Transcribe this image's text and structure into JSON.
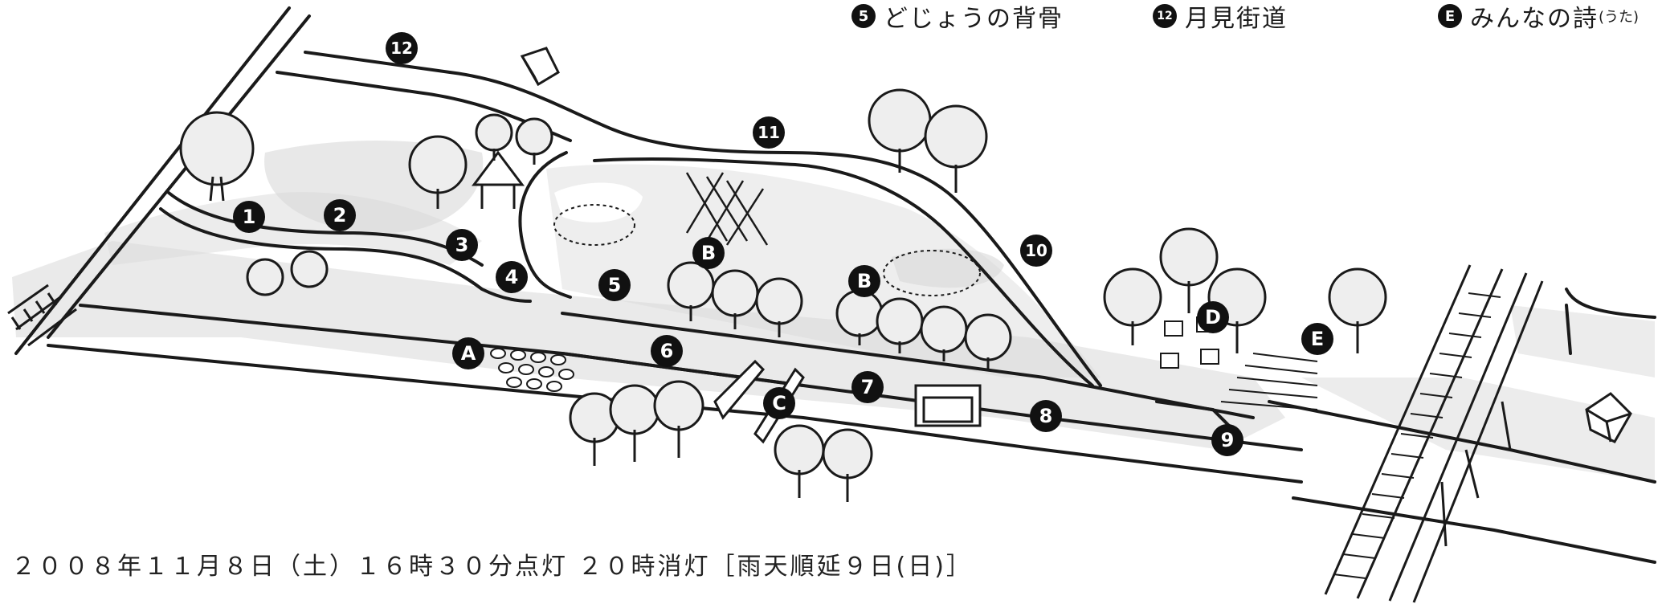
{
  "legend": [
    {
      "id": "5",
      "label": "どじょうの背骨",
      "note": ""
    },
    {
      "id": "12",
      "label": "月見街道",
      "note": ""
    },
    {
      "id": "E",
      "label": "みんなの詩",
      "note": "(うた)"
    }
  ],
  "footer": "２００８年１１月８日（土）１６時３０分点灯 ２０時消灯［雨天順延９日(日)］",
  "markers": [
    {
      "id": "1"
    },
    {
      "id": "2"
    },
    {
      "id": "3"
    },
    {
      "id": "4"
    },
    {
      "id": "5"
    },
    {
      "id": "6"
    },
    {
      "id": "7"
    },
    {
      "id": "8"
    },
    {
      "id": "9"
    },
    {
      "id": "10"
    },
    {
      "id": "11"
    },
    {
      "id": "12"
    },
    {
      "id": "A"
    },
    {
      "id": "B"
    },
    {
      "id": "B"
    },
    {
      "id": "C"
    },
    {
      "id": "D"
    },
    {
      "id": "E"
    }
  ],
  "colors": {
    "ink": "#1a1a1a",
    "shade": "#d6d6d6",
    "badge": "#111111"
  }
}
